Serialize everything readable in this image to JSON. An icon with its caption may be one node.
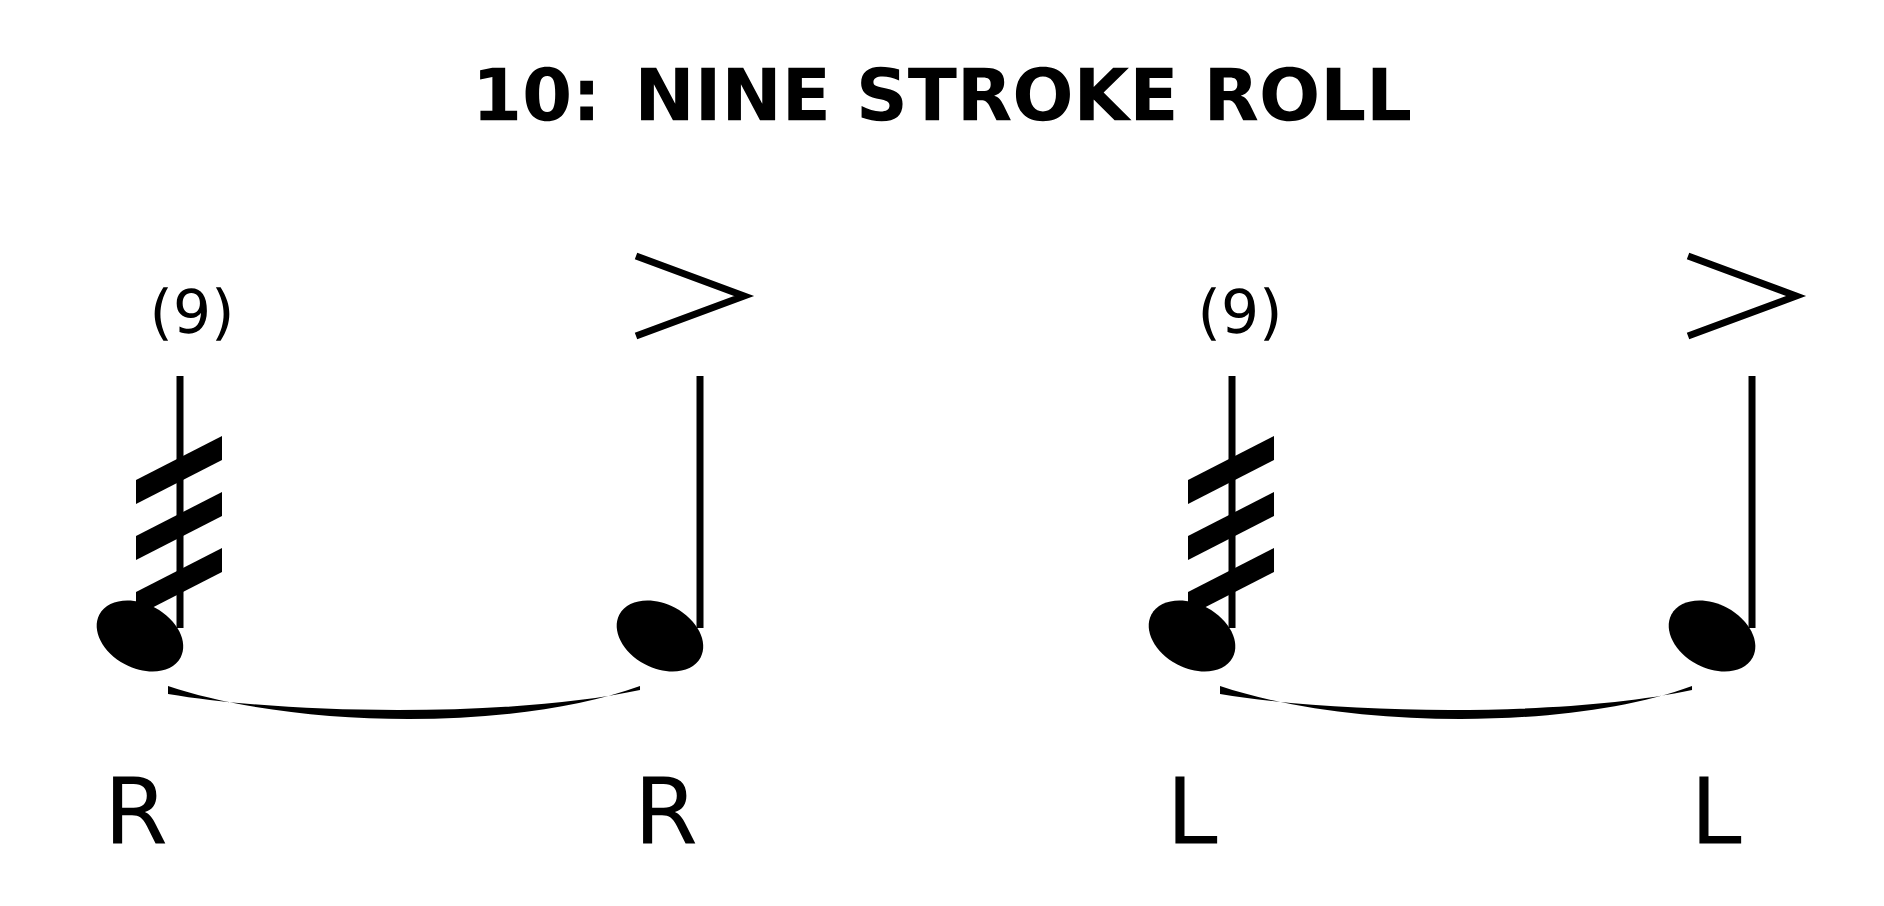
{
  "diagram": {
    "title": "10: NINE STROKE ROLL",
    "labels": [
      "(9)",
      "(9)",
      "R",
      "R",
      "L",
      "L"
    ]
  }
}
